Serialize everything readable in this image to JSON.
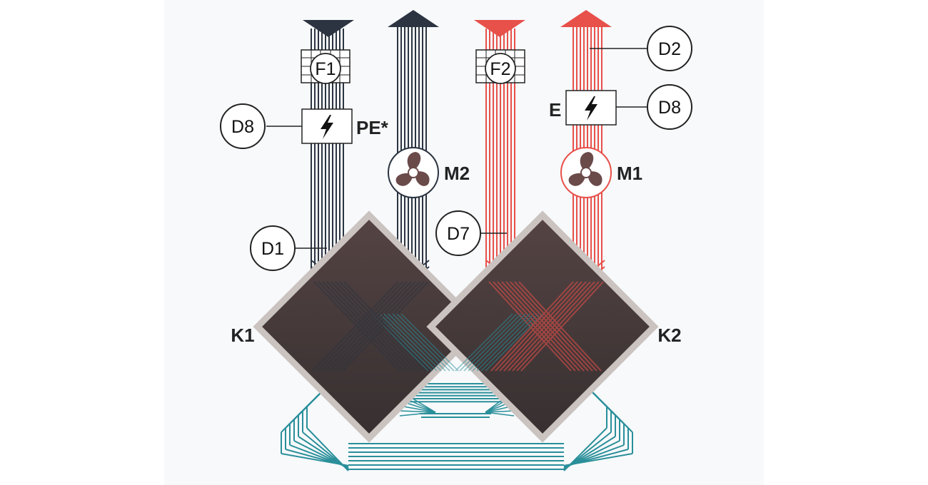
{
  "diagram": {
    "exchangers": [
      {
        "id": "k1",
        "label": "K1"
      },
      {
        "id": "k2",
        "label": "K2"
      }
    ],
    "filters": [
      {
        "id": "f1",
        "label": "F1"
      },
      {
        "id": "f2",
        "label": "F2"
      }
    ],
    "fans": [
      {
        "id": "m2",
        "label": "M2"
      },
      {
        "id": "m1",
        "label": "M1"
      }
    ],
    "heaters": [
      {
        "id": "pe",
        "label": "PE*"
      },
      {
        "id": "e",
        "label": "E"
      }
    ],
    "callouts": {
      "d8_left": "D8",
      "d8_right": "D8",
      "d2": "D2",
      "d1": "D1",
      "d7": "D7"
    },
    "colors": {
      "cold_stream": "#2b3440",
      "warm_stream": "#e8504a",
      "exchange_loop": "#2a8f9a",
      "exchanger_core": "#35292a",
      "exchanger_border": "#cbc3c0",
      "fan_blade": "#6b4a4a",
      "background": "#f7f9fb"
    },
    "icons": [
      "lightning-icon",
      "fan-icon",
      "filter-grid-icon",
      "arrow-up-icon",
      "arrow-down-icon"
    ]
  }
}
